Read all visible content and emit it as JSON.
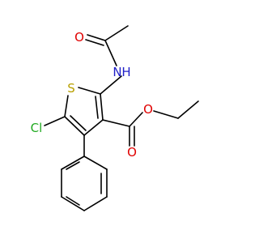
{
  "colors": {
    "carbon_bond": "#000000",
    "oxygen": "#e00000",
    "nitrogen": "#2020c8",
    "sulfur": "#b8a000",
    "chlorine": "#22aa22",
    "background": "#ffffff"
  },
  "atoms": {
    "o_acetyl": {
      "symbol": "O",
      "element": "oxygen"
    },
    "n_amide": {
      "symbol": "N",
      "element": "nitrogen"
    },
    "h_amide": {
      "symbol": "H",
      "element": "nitrogen"
    },
    "s_ring": {
      "symbol": "S",
      "element": "sulfur"
    },
    "cl": {
      "symbol": "Cl",
      "element": "chlorine"
    },
    "o_ether": {
      "symbol": "O",
      "element": "oxygen"
    },
    "o_carbonyl": {
      "symbol": "O",
      "element": "oxygen"
    }
  }
}
